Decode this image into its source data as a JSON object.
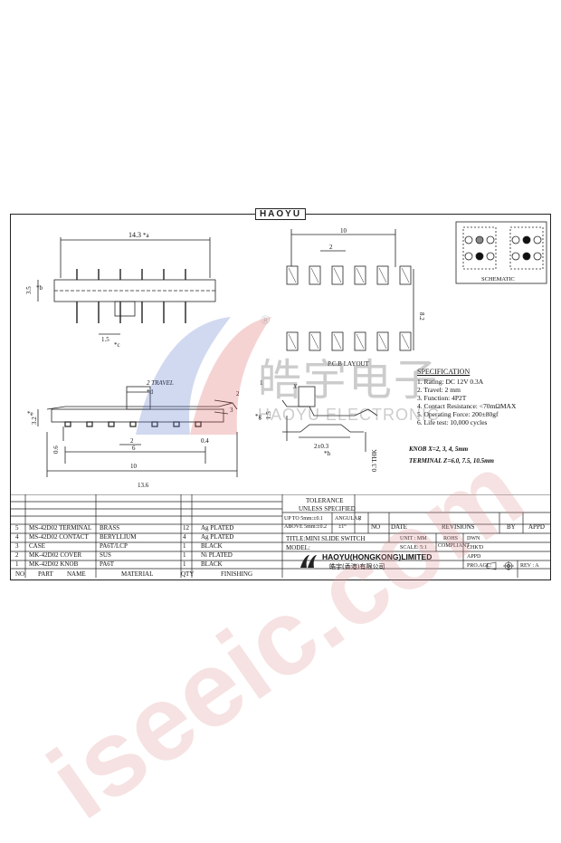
{
  "brand": "HAOYU",
  "drawing": {
    "top_view": {
      "dim_width": "14.3",
      "dim_height": "3.5",
      "dim_pitch": "1.5",
      "note_a": "*a",
      "note_b": "*b",
      "note_c": "*c"
    },
    "side_view": {
      "travel": "2 TRAVEL",
      "note_d": "*d",
      "note_e": "*e",
      "dim_height": "3.2",
      "dim_leg": "0.6",
      "dim_2": "2",
      "dim_6": "6",
      "dim_04": "0.4",
      "dim_10": "10",
      "dim_136": "13.6",
      "callout_2": "2",
      "callout_3": "3"
    },
    "pcb": {
      "title": "P.C.B LAYOUT",
      "dim_10": "10",
      "dim_2": "2",
      "dim_82": "8.2"
    },
    "knob": {
      "note_g": "*g",
      "note_h": "*h",
      "dim_15": "1.5",
      "dim_2_03": "2±0.3",
      "thk": "0.3 THK",
      "callout_1": "1",
      "label_x": "X"
    },
    "schematic_label": "SCHEMATIC",
    "reg_mark": "®"
  },
  "specification": {
    "title": "SPECIFICATION",
    "lines": [
      "1. Rating: DC 12V 0.3A",
      "2. Travel: 2 mm",
      "3. Function: 4P2T",
      "4. Contact Resistance: <70mΩMAX",
      "5. Operating Force: 200±80gf",
      "6. Life test: 10,000 cycles"
    ]
  },
  "notes": {
    "knob": "KNOB X=2, 3, 4, 5mm",
    "terminal": "TERMINAL Z=6.0, 7.5, 10.5mm"
  },
  "bom": {
    "headers": {
      "no": "NO",
      "part": "PART",
      "name": "NAME",
      "material": "MATERIAL",
      "qty": "QTY",
      "finishing": "FINISHING"
    },
    "rows": [
      {
        "no": "5",
        "part": "MS-42D02 TERMINAL",
        "material": "BRASS",
        "qty": "12",
        "finishing": "Ag PLATED"
      },
      {
        "no": "4",
        "part": "MS-42D02 CONTACT",
        "material": "BERYLLIUM",
        "qty": "4",
        "finishing": "Ag PLATED"
      },
      {
        "no": "3",
        "part": "CASE",
        "material": "PA6T/LCP",
        "qty": "1",
        "finishing": "BLACK"
      },
      {
        "no": "2",
        "part": "MK-42D02 COVER",
        "material": "SUS",
        "qty": "1",
        "finishing": "Ni PLATED"
      },
      {
        "no": "1",
        "part": "MK-42D02 KNOB",
        "material": "PA6T",
        "qty": "1",
        "finishing": "BLACK"
      }
    ]
  },
  "title_block": {
    "tolerance": "TOLERANCE",
    "unless": "UNLESS SPECIFIED",
    "up_to": "UP TO 5mm:±0.1",
    "above": "ABOVE 5mm:±0.2",
    "angular": "ANGULAR",
    "angular_val": "±1°",
    "slash": "/",
    "no": "NO",
    "date": "DATE",
    "revisions": "REVISIONS",
    "by": "BY",
    "appd": "APPD",
    "title": "TITLE:MINI SLIDE SWITCH",
    "model": "MODEL:",
    "unit": "UNIT : MM",
    "scale": "SCALE: 5:1",
    "rohs": "ROHS",
    "compliant": "COMPLIANT",
    "dwn": "DWN",
    "chkd": "CHK'D",
    "appd2": "APPD",
    "company": "HAOYU(HONGKONG)LIMITED",
    "company_cn": "皓宇(香港)有限公司",
    "pro_agl": "PRO.AGL:",
    "rev": "REV : A"
  },
  "watermark": {
    "company_cn": "皓宇电子",
    "company_en": "HAOYU ELECTRONIC",
    "site": "iseeic.com"
  },
  "colors": {
    "line": "#222222",
    "watermark": "#e09696",
    "logo_blue": "#3a5ea8",
    "logo_red": "#d9534f"
  }
}
